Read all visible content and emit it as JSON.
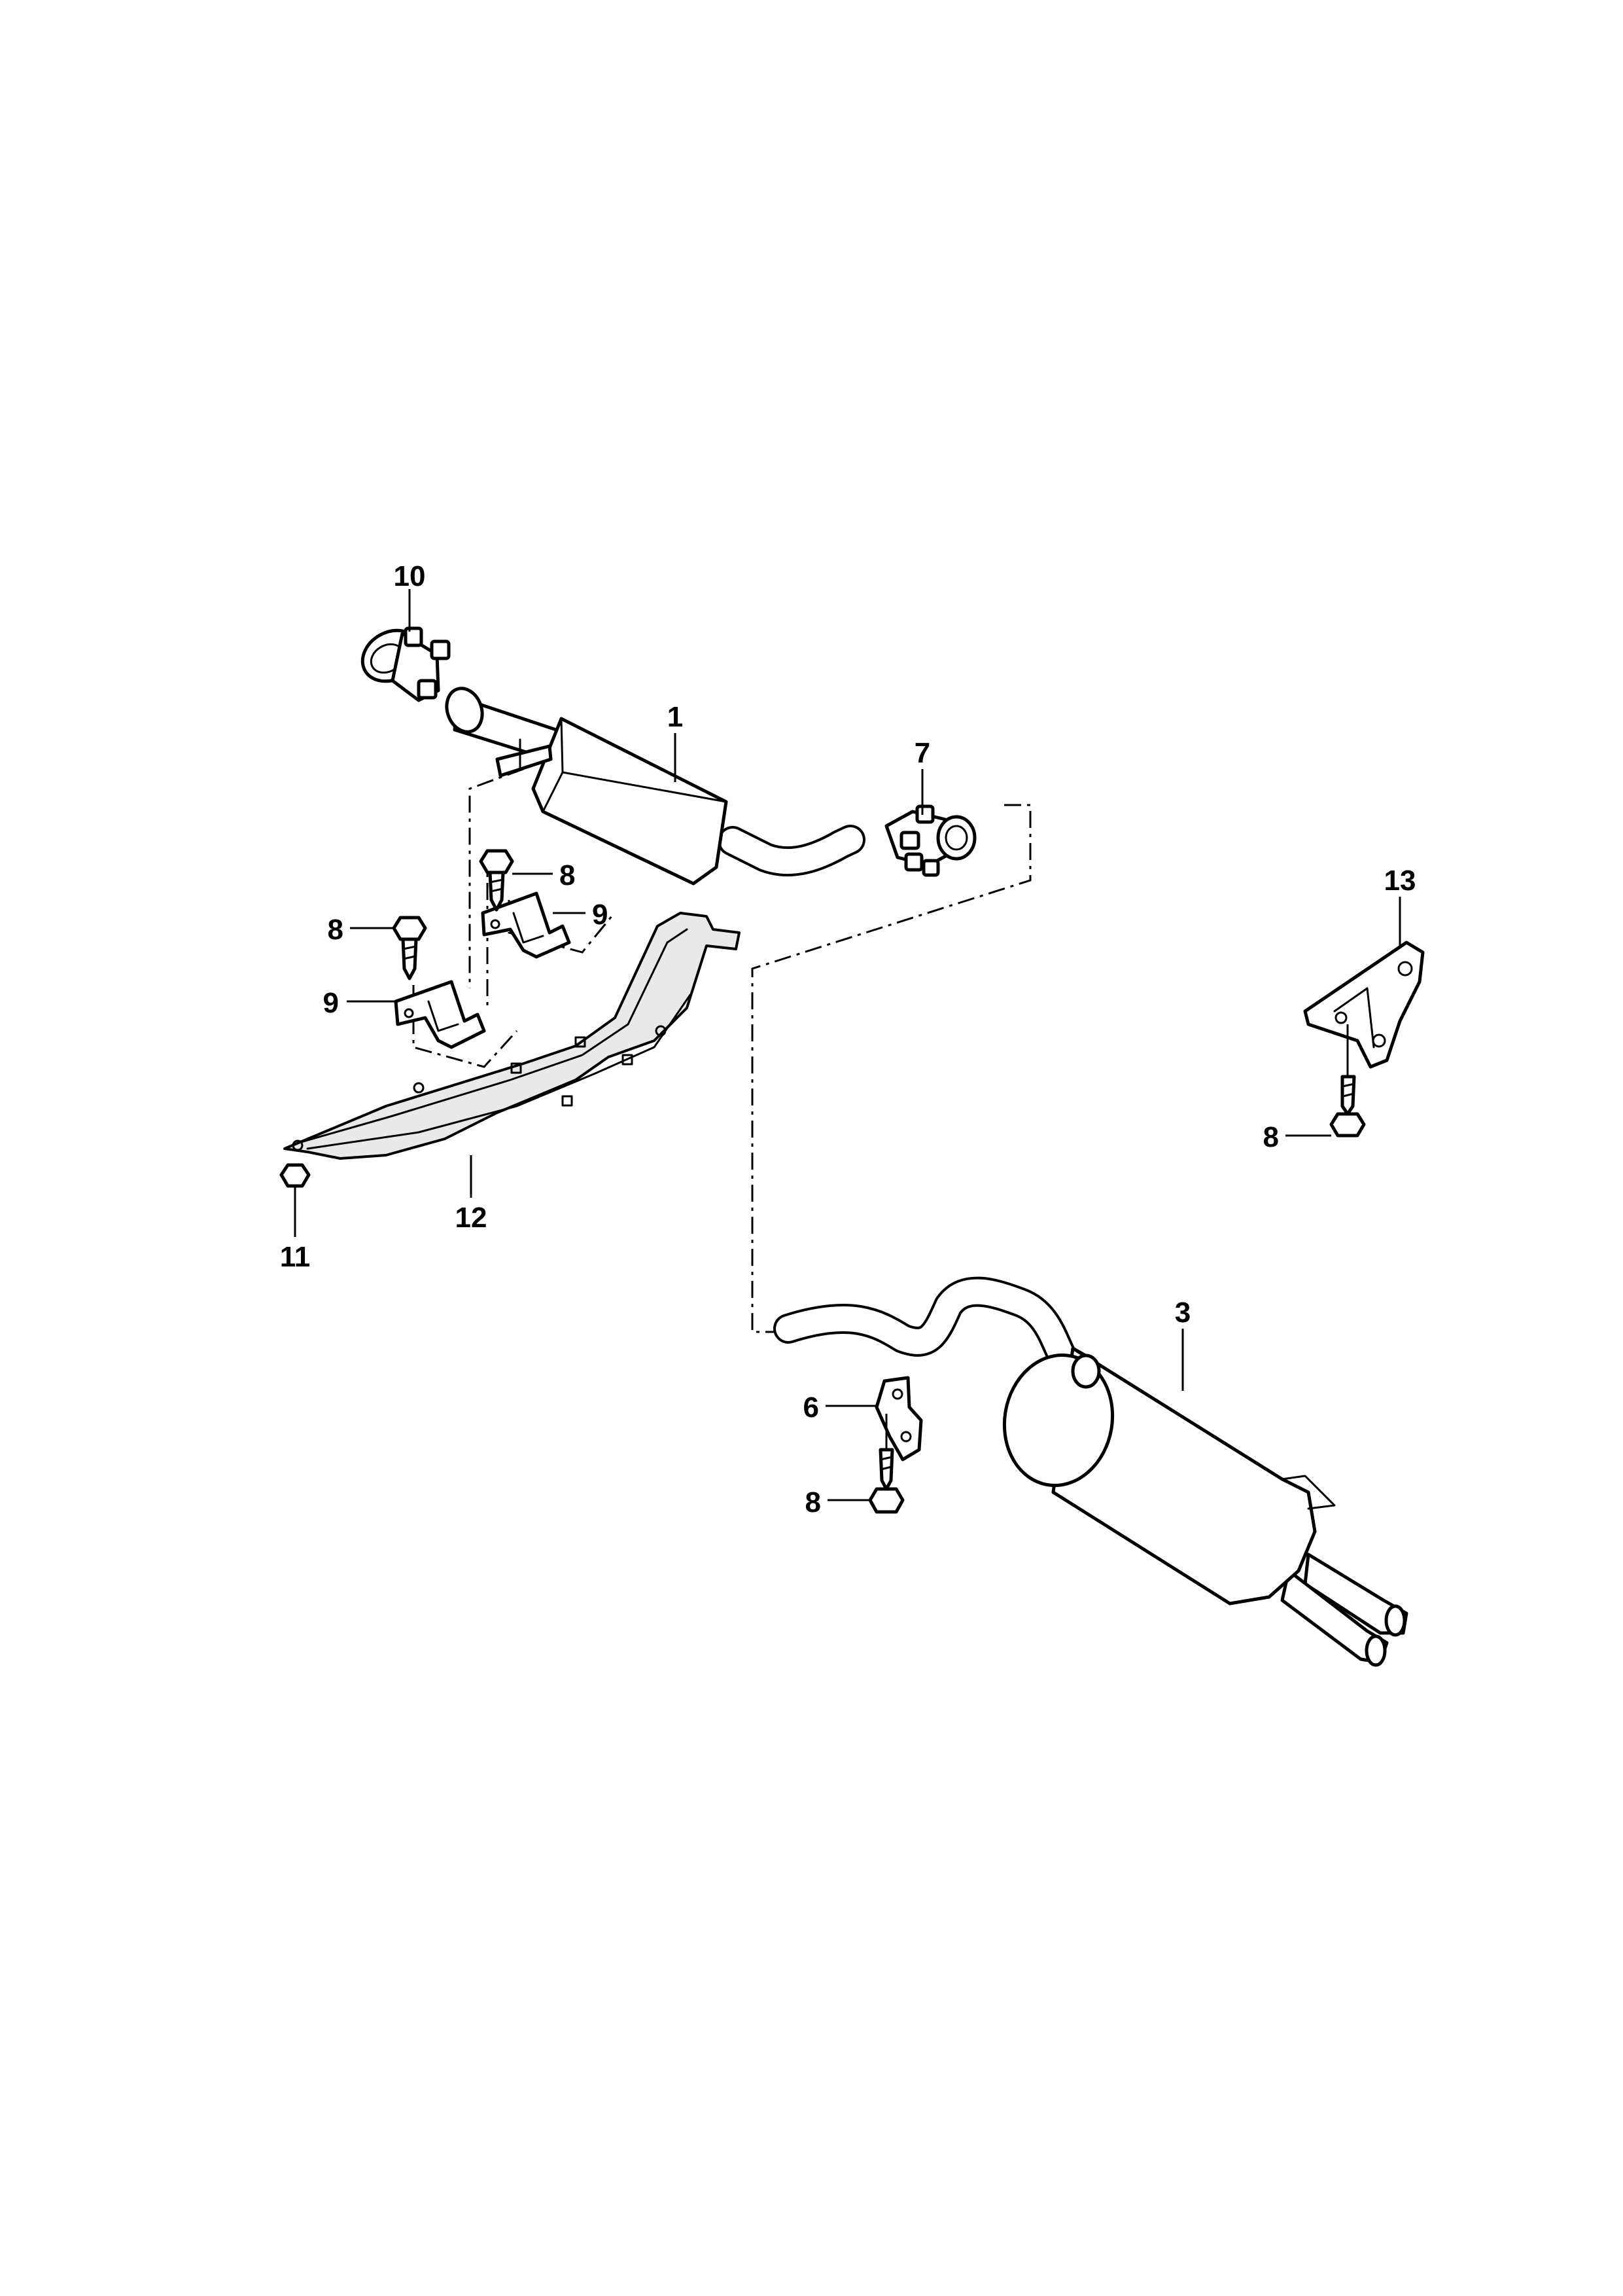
{
  "callouts": {
    "p1": "1",
    "p3": "3",
    "p6": "6",
    "p7": "7",
    "p8a": "8",
    "p8b": "8",
    "p8c": "8",
    "p8d": "8",
    "p9a": "9",
    "p9b": "9",
    "p10": "10",
    "p11": "11",
    "p12": "12",
    "p13": "13"
  },
  "colors": {
    "line": "#000000",
    "background": "#ffffff",
    "shade": "#e9e9e9"
  }
}
